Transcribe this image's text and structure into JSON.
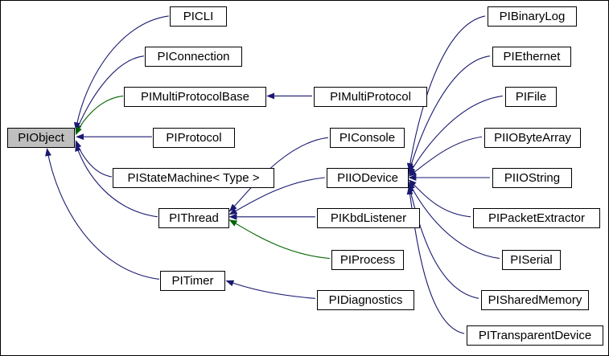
{
  "diagram": {
    "kind": "class-inheritance-graph",
    "nodes": {
      "piobject": {
        "label": "PIObject",
        "current": true
      },
      "picli": {
        "label": "PICLI"
      },
      "piconnection": {
        "label": "PIConnection"
      },
      "pimultiprotocolbase": {
        "label": "PIMultiProtocolBase"
      },
      "piprotocol": {
        "label": "PIProtocol"
      },
      "pistatemachine": {
        "label": "PIStateMachine< Type >"
      },
      "pithread": {
        "label": "PIThread"
      },
      "pitimer": {
        "label": "PITimer"
      },
      "pimultiprotocol": {
        "label": "PIMultiProtocol"
      },
      "piconsole": {
        "label": "PIConsole"
      },
      "piiodevice": {
        "label": "PIIODevice"
      },
      "pikbdlistener": {
        "label": "PIKbdListener"
      },
      "piprocess": {
        "label": "PIProcess"
      },
      "pidiagnostics": {
        "label": "PIDiagnostics"
      },
      "pibinarylog": {
        "label": "PIBinaryLog"
      },
      "piethernet": {
        "label": "PIEthernet"
      },
      "pifile": {
        "label": "PIFile"
      },
      "piiobytearray": {
        "label": "PIIOByteArray"
      },
      "piiostring": {
        "label": "PIIOString"
      },
      "pipacketextractor": {
        "label": "PIPacketExtractor"
      },
      "piserial": {
        "label": "PISerial"
      },
      "pisharedmemory": {
        "label": "PISharedMemory"
      },
      "pitransparentdevice": {
        "label": "PITransparentDevice"
      }
    },
    "edges": [
      {
        "from": "PICLI",
        "to": "PIObject",
        "inheritance": "public"
      },
      {
        "from": "PIConnection",
        "to": "PIObject",
        "inheritance": "public"
      },
      {
        "from": "PIMultiProtocolBase",
        "to": "PIObject",
        "inheritance": "protected"
      },
      {
        "from": "PIProtocol",
        "to": "PIObject",
        "inheritance": "public"
      },
      {
        "from": "PIStateMachine< Type >",
        "to": "PIObject",
        "inheritance": "public"
      },
      {
        "from": "PIThread",
        "to": "PIObject",
        "inheritance": "public"
      },
      {
        "from": "PITimer",
        "to": "PIObject",
        "inheritance": "public"
      },
      {
        "from": "PIMultiProtocol",
        "to": "PIMultiProtocolBase",
        "inheritance": "public"
      },
      {
        "from": "PIConsole",
        "to": "PIThread",
        "inheritance": "public"
      },
      {
        "from": "PIIODevice",
        "to": "PIThread",
        "inheritance": "public"
      },
      {
        "from": "PIKbdListener",
        "to": "PIThread",
        "inheritance": "public"
      },
      {
        "from": "PIProcess",
        "to": "PIThread",
        "inheritance": "protected"
      },
      {
        "from": "PIDiagnostics",
        "to": "PITimer",
        "inheritance": "public"
      },
      {
        "from": "PIBinaryLog",
        "to": "PIIODevice",
        "inheritance": "public"
      },
      {
        "from": "PIEthernet",
        "to": "PIIODevice",
        "inheritance": "public"
      },
      {
        "from": "PIFile",
        "to": "PIIODevice",
        "inheritance": "public"
      },
      {
        "from": "PIIOByteArray",
        "to": "PIIODevice",
        "inheritance": "public"
      },
      {
        "from": "PIIOString",
        "to": "PIIODevice",
        "inheritance": "public"
      },
      {
        "from": "PIPacketExtractor",
        "to": "PIIODevice",
        "inheritance": "public"
      },
      {
        "from": "PISerial",
        "to": "PIIODevice",
        "inheritance": "public"
      },
      {
        "from": "PISharedMemory",
        "to": "PIIODevice",
        "inheritance": "public"
      },
      {
        "from": "PITransparentDevice",
        "to": "PIIODevice",
        "inheritance": "public"
      }
    ],
    "colors": {
      "edge_public": "#191970",
      "edge_protected": "#006400",
      "node_border": "#000000",
      "node_bg": "#ffffff",
      "current_node_bg": "#bfbfbf"
    }
  }
}
